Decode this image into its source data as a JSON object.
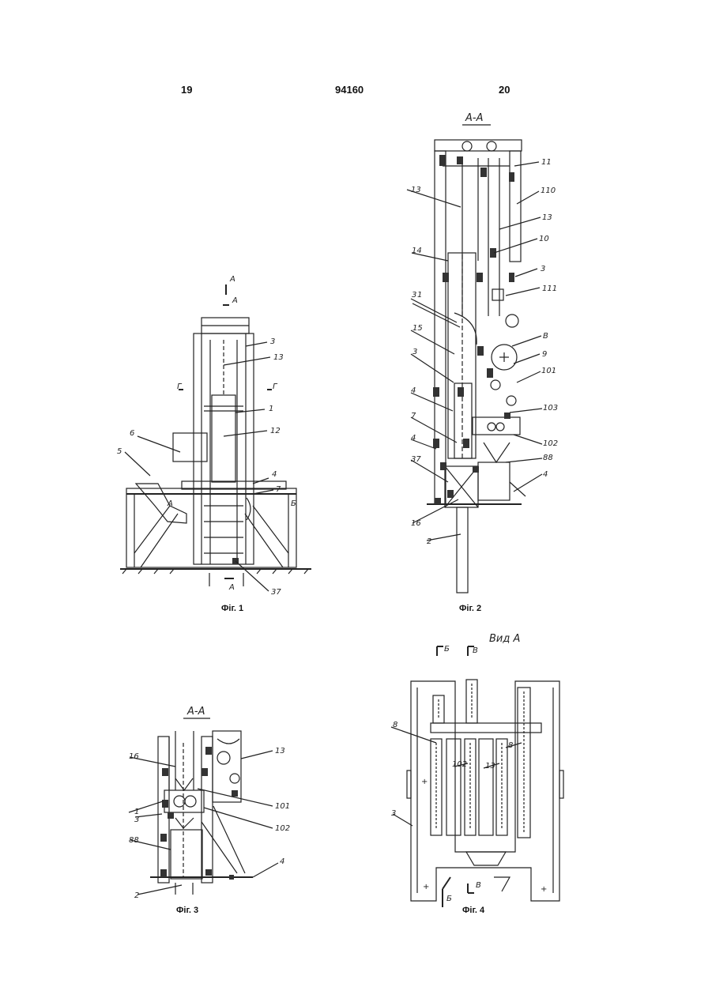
{
  "header": {
    "left_page": "19",
    "doc_number": "94160",
    "right_page": "20"
  },
  "fig1": {
    "caption": "Фіг. 1",
    "labels": [
      "А",
      "А",
      "3",
      "13",
      "Г",
      "Г",
      "1",
      "12",
      "6",
      "5",
      "4",
      "7",
      "А",
      "Б",
      "А",
      "37"
    ]
  },
  "fig2": {
    "caption": "Фіг. 2",
    "title": "А-А",
    "labels": [
      "11",
      "13",
      "110",
      "13",
      "10",
      "14",
      "3",
      "3",
      "111",
      "1",
      "15",
      "В",
      "3",
      "9",
      "101",
      "4",
      "103",
      "7",
      "102",
      "4",
      "88",
      "37",
      "4",
      "16",
      "2"
    ]
  },
  "fig3": {
    "caption": "Фіг. 3",
    "title": "А-А",
    "labels": [
      "13",
      "16",
      "101",
      "1",
      "3",
      "102",
      "88",
      "4",
      "2"
    ]
  },
  "fig4": {
    "caption": "Фіг. 4",
    "title": "Вид А",
    "labels": [
      "Б",
      "В",
      "8",
      "8",
      "102",
      "13",
      "3",
      "Б",
      "В"
    ]
  }
}
